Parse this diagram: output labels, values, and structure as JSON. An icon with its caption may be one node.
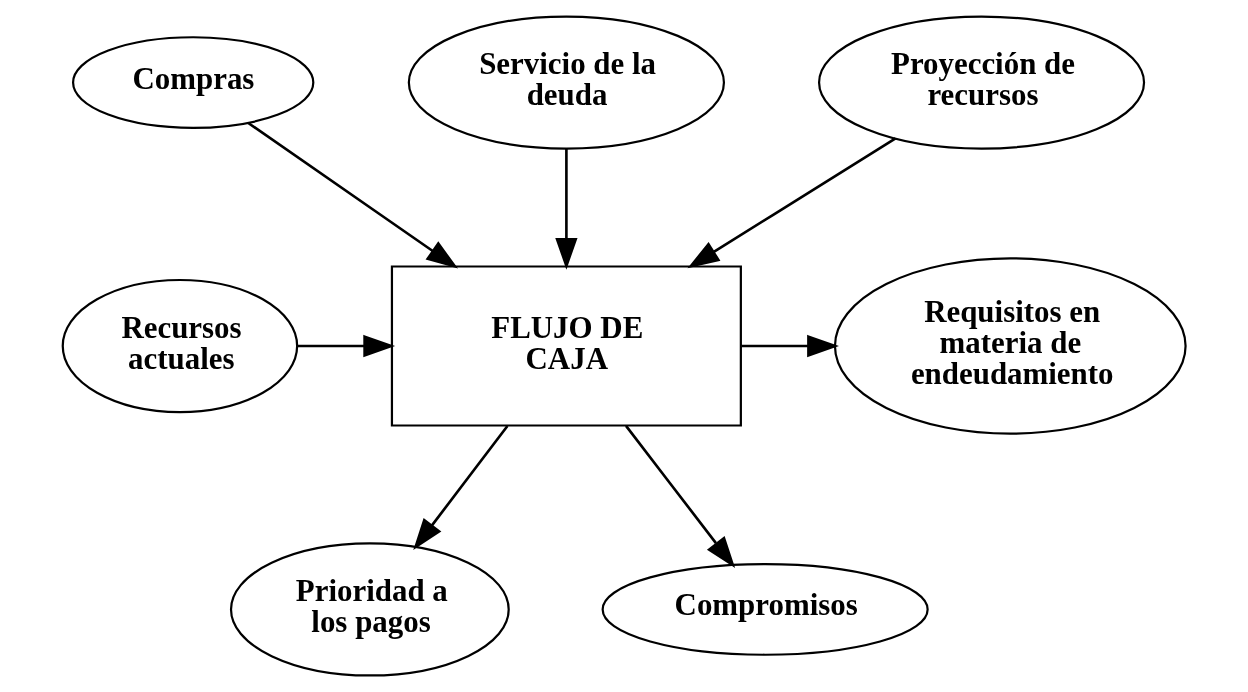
{
  "diagram": {
    "nodes": [
      {
        "text": [
          "Compras"
        ]
      },
      {
        "text": [
          "Servicio de la deuda"
        ]
      },
      {
        "text": [
          "Proyección de recursos"
        ]
      },
      {
        "text": [
          "FLUJO DE CAJA"
        ]
      },
      {
        "text": [
          "Requisitos en materia de endeudamiento"
        ]
      },
      {
        "text": [
          "Recursos actuales"
        ]
      },
      {
        "text": [
          "Prioridad a los pagos"
        ]
      },
      {
        "text": [
          "Compromisos"
        ]
      }
    ],
    "edges": [
      {
        "from": 0,
        "to": 3,
        "arrow": "to"
      },
      {
        "from": 1,
        "to": 3,
        "arrow": "to"
      },
      {
        "from": 2,
        "to": 3,
        "arrow": "to"
      },
      {
        "from": 5,
        "to": 3,
        "arrow": "to"
      },
      {
        "from": 3,
        "to": 4,
        "arrow": "to"
      },
      {
        "from": 3,
        "to": 7,
        "arrow": "to"
      },
      {
        "from": 3,
        "to": 6,
        "arrow": "to"
      }
    ]
  }
}
